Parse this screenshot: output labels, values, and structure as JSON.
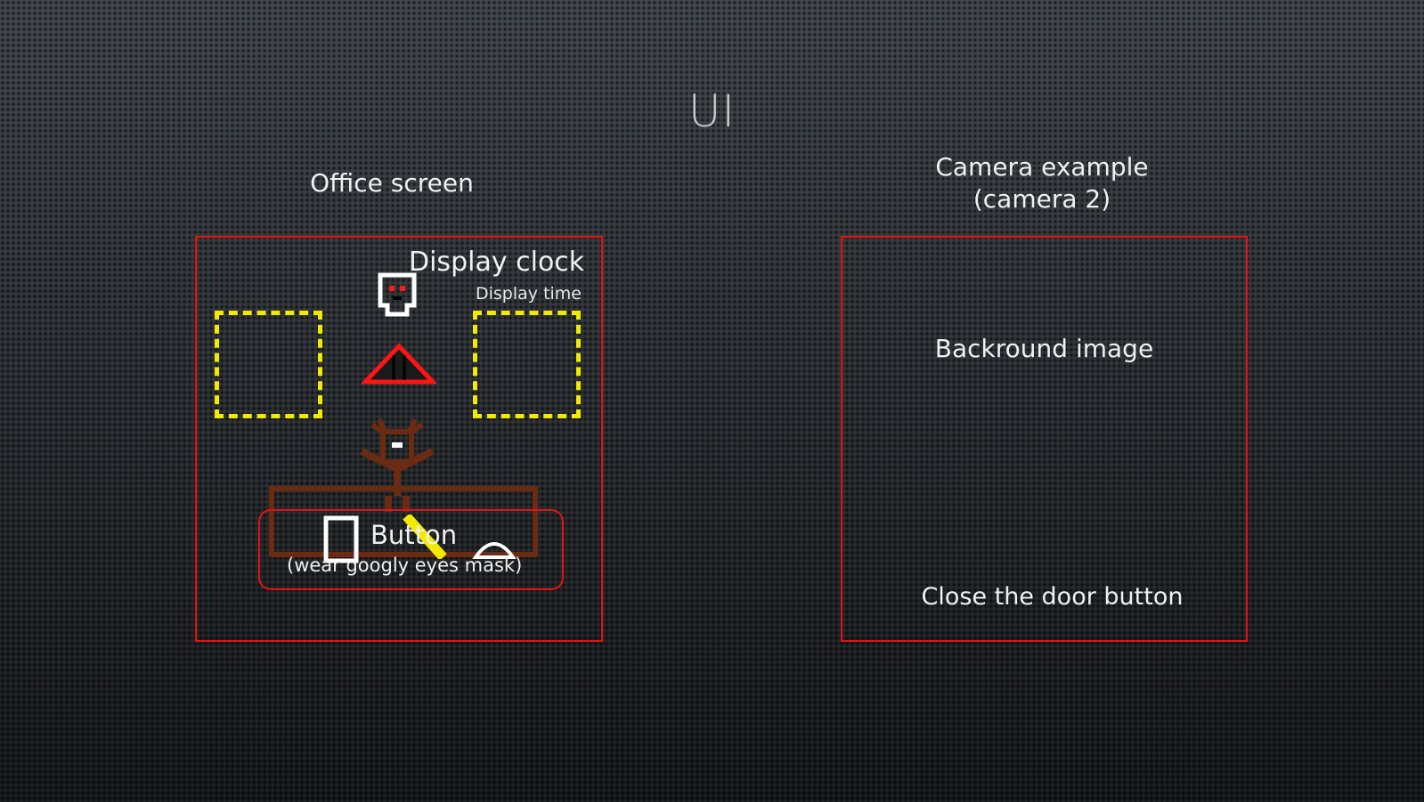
{
  "slide": {
    "title": "UI"
  },
  "office": {
    "label": "Office screen",
    "clock_label": "Display clock",
    "time_label": "Display time",
    "button_label": "Button",
    "button_sublabel": "(wear googly eyes mask)"
  },
  "camera": {
    "label_line1": "Camera example",
    "label_line2": "(camera 2)",
    "background_label": "Backround image",
    "door_button_label": "Close the door button"
  },
  "colors": {
    "panel_border": "#e31313",
    "door_placeholder": "#f2ea00",
    "animatronic": "#6b2a12",
    "text": "#f0f0f0"
  },
  "icons": {
    "face": "robot-face-icon",
    "lamp": "red-lamp-icon",
    "animatronic": "reindeer-animatronic-icon",
    "desk": "desk-icon",
    "tablet": "tablet-icon",
    "flashlight": "flashlight-icon",
    "mask": "googly-mask-icon"
  }
}
